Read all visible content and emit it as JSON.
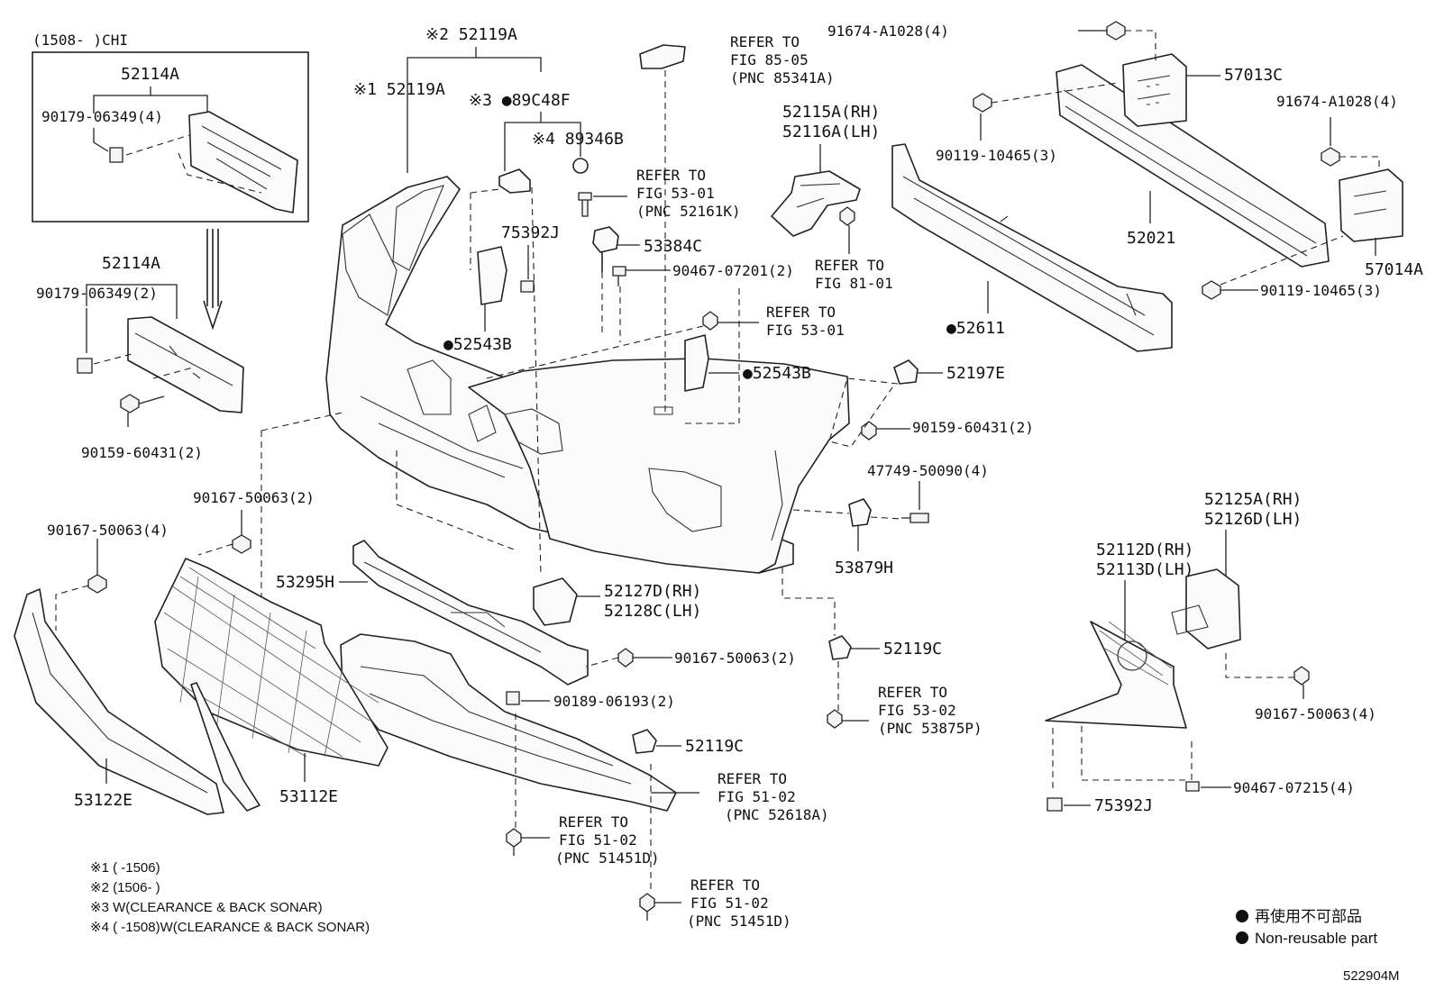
{
  "figure_id": "522904M",
  "inset": {
    "header": "(1508-      )CHI",
    "part": "52114A",
    "clip": "90179-06349(4)"
  },
  "plate": {
    "part": "52114A",
    "clip": "90179-06349(2)",
    "bolt": "90159-60431(2)"
  },
  "labels": {
    "p52119A_2": "※2 52119A",
    "p52119A_1": "※1 52119A",
    "p89C48F": "※3 ●89C48F",
    "p89346B": "※4 89346B",
    "p75392J_a": "75392J",
    "p52543B_a": "●52543B",
    "p52543B_b": "●52543B",
    "p53384C": "53384C",
    "p90467_07201": "90467-07201(2)",
    "p52115A": "52115A(RH)",
    "p52116A": "52116A(LH)",
    "p91674_a": "91674-A1028(4)",
    "p91674_b": "91674-A1028(4)",
    "p57013C": "57013C",
    "p57014A": "57014A",
    "p90119_a": "90119-10465(3)",
    "p90119_b": "90119-10465(3)",
    "p52021": "52021",
    "p52611": "●52611",
    "p52197E": "52197E",
    "p90159_b": "90159-60431(2)",
    "p47749": "47749-50090(4)",
    "p53879H": "53879H",
    "p52125A": "52125A(RH)",
    "p52126D": "52126D(LH)",
    "p52112D": "52112D(RH)",
    "p52113D": "52113D(LH)",
    "p90167_r": "90167-50063(4)",
    "p90467_07215": "90467-07215(4)",
    "p75392J_b": "75392J",
    "p52119C_a": "52119C",
    "p52119C_b": "52119C",
    "p90167_m": "90167-50063(2)",
    "p90189": "90189-06193(2)",
    "p53295H": "53295H",
    "p52127D": "52127D(RH)",
    "p52128C": "52128C(LH)",
    "p90167_a": "90167-50063(2)",
    "p90167_b": "90167-50063(4)",
    "p53122E": "53122E",
    "p53112E": "53112E"
  },
  "refer_to": [
    {
      "line1": "REFER TO",
      "line2": "FIG 85-05",
      "line3": "(PNC 85341A)"
    },
    {
      "line1": "REFER TO",
      "line2": "FIG 53-01",
      "line3": "(PNC 52161K)"
    },
    {
      "line1": "REFER TO",
      "line2": "FIG 53-01",
      "line3": ""
    },
    {
      "line1": "REFER TO",
      "line2": "FIG 81-01",
      "line3": ""
    },
    {
      "line1": "REFER TO",
      "line2": "FIG 53-02",
      "line3": "(PNC 53875P)"
    },
    {
      "line1": "REFER TO",
      "line2": "FIG 51-02",
      "line3": "(PNC 52618A)"
    },
    {
      "line1": "REFER TO",
      "line2": "FIG 51-02",
      "line3": "(PNC 51451D)"
    },
    {
      "line1": "REFER TO",
      "line2": "FIG 51-02",
      "line3": "(PNC 51451D)"
    }
  ],
  "notes": [
    "※1 (      -1506)",
    "※2 (1506-      )",
    "※3 W(CLEARANCE & BACK SONAR)",
    "※4 (      -1508)W(CLEARANCE & BACK SONAR)"
  ],
  "legend": {
    "jp": "再使用不可部品",
    "en": "Non-reusable part"
  }
}
